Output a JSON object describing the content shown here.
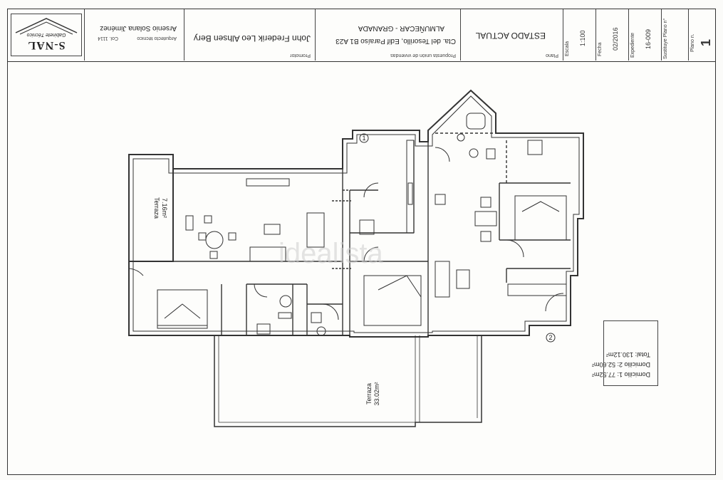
{
  "titleblock": {
    "company_logo": "S-NAL",
    "company_subtitle": "Gabinete Técnico",
    "architect_name": "Arsenio Solana Jiménez",
    "architect_role": "Arquitecto técnico",
    "architect_reg": "Col. 1114",
    "promoter_label": "Promotor",
    "promoter_name": "John Frederik Leo Alhsen Bery",
    "project_label": "Propuesta unión de viviendas",
    "address_line1": "ALMUÑECAR - GRANADA",
    "address_line2": "Cta. del Tesorillo, Edif Paraíso B1 A23",
    "plan_label": "Plano",
    "plan_name": "ESTADO ACTUAL",
    "scale_label": "Escala",
    "scale_value": "1:100",
    "date_label": "Fecha",
    "date_value": "02/2016",
    "file_label": "Expediente",
    "file_value": "16-009",
    "replaces_label": "Sustituye Plano n°",
    "plan_no_label": "Plano n.",
    "plan_no_value": "1"
  },
  "plan": {
    "terrace_small_name": "Terraza",
    "terrace_small_area": "7.16m²",
    "terrace_large_name": "Terraza",
    "terrace_large_area": "33.02m²",
    "unit_marker_1": "1",
    "unit_marker_2": "2",
    "watermark": "idealista"
  },
  "areas": {
    "row1_label": "Domicilio 1:",
    "row1_value": "77.52m²",
    "row2_label": "Domicilio 2:",
    "row2_value": "52.60m²",
    "row3_label": "Total:",
    "row3_value": "130.12m²"
  },
  "colors": {
    "ink": "#333333",
    "paper": "#fdfdfb",
    "watermark": "#cfcfcf"
  }
}
